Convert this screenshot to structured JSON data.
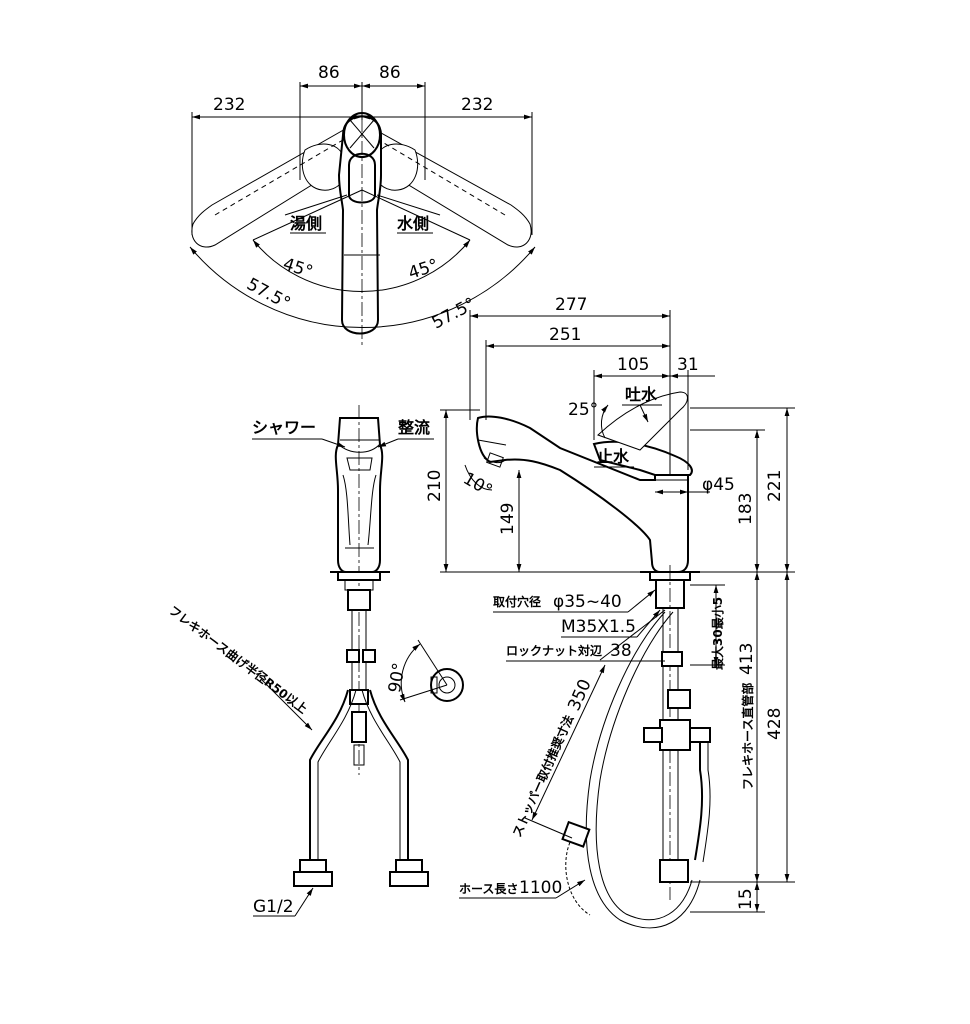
{
  "top_view": {
    "dim_left_86": "86",
    "dim_right_86": "86",
    "dim_left_232": "232",
    "dim_right_232": "232",
    "label_hot": "湯側",
    "label_cold": "水側",
    "angle_left_45": "45°",
    "angle_right_45": "45°",
    "angle_left_57": "57.5°",
    "angle_right_57": "57.5°"
  },
  "front_view": {
    "label_shower": "シャワー",
    "label_aerated": "整流",
    "label_hose_bend": "フレキホース曲げ半径R50以上",
    "label_thread": "G1/2",
    "angle_90": "90°"
  },
  "side_view": {
    "dim_277": "277",
    "dim_251": "251",
    "dim_105": "105",
    "dim_31": "31",
    "label_spout": "吐水",
    "label_stop": "止水",
    "angle_25": "25°",
    "angle_10": "10°",
    "dim_210": "210",
    "dim_149": "149",
    "dim_phi45": "φ45",
    "dim_183": "183",
    "dim_221": "221",
    "label_hole": "取付穴径",
    "hole_value": "φ35~40",
    "label_thread": "M35X1.5",
    "label_locknut": "ロックナット対辺",
    "locknut_value": "38",
    "label_min_max": "最大30最小5",
    "label_stopper": "ストッパー取付推奨寸法",
    "stopper_value": "350",
    "label_flex_hose": "フレキホース直管部",
    "flex_value": "413",
    "dim_428": "428",
    "label_hose_len": "ホース長さ",
    "hose_len_value": "1100",
    "dim_15": "15"
  }
}
